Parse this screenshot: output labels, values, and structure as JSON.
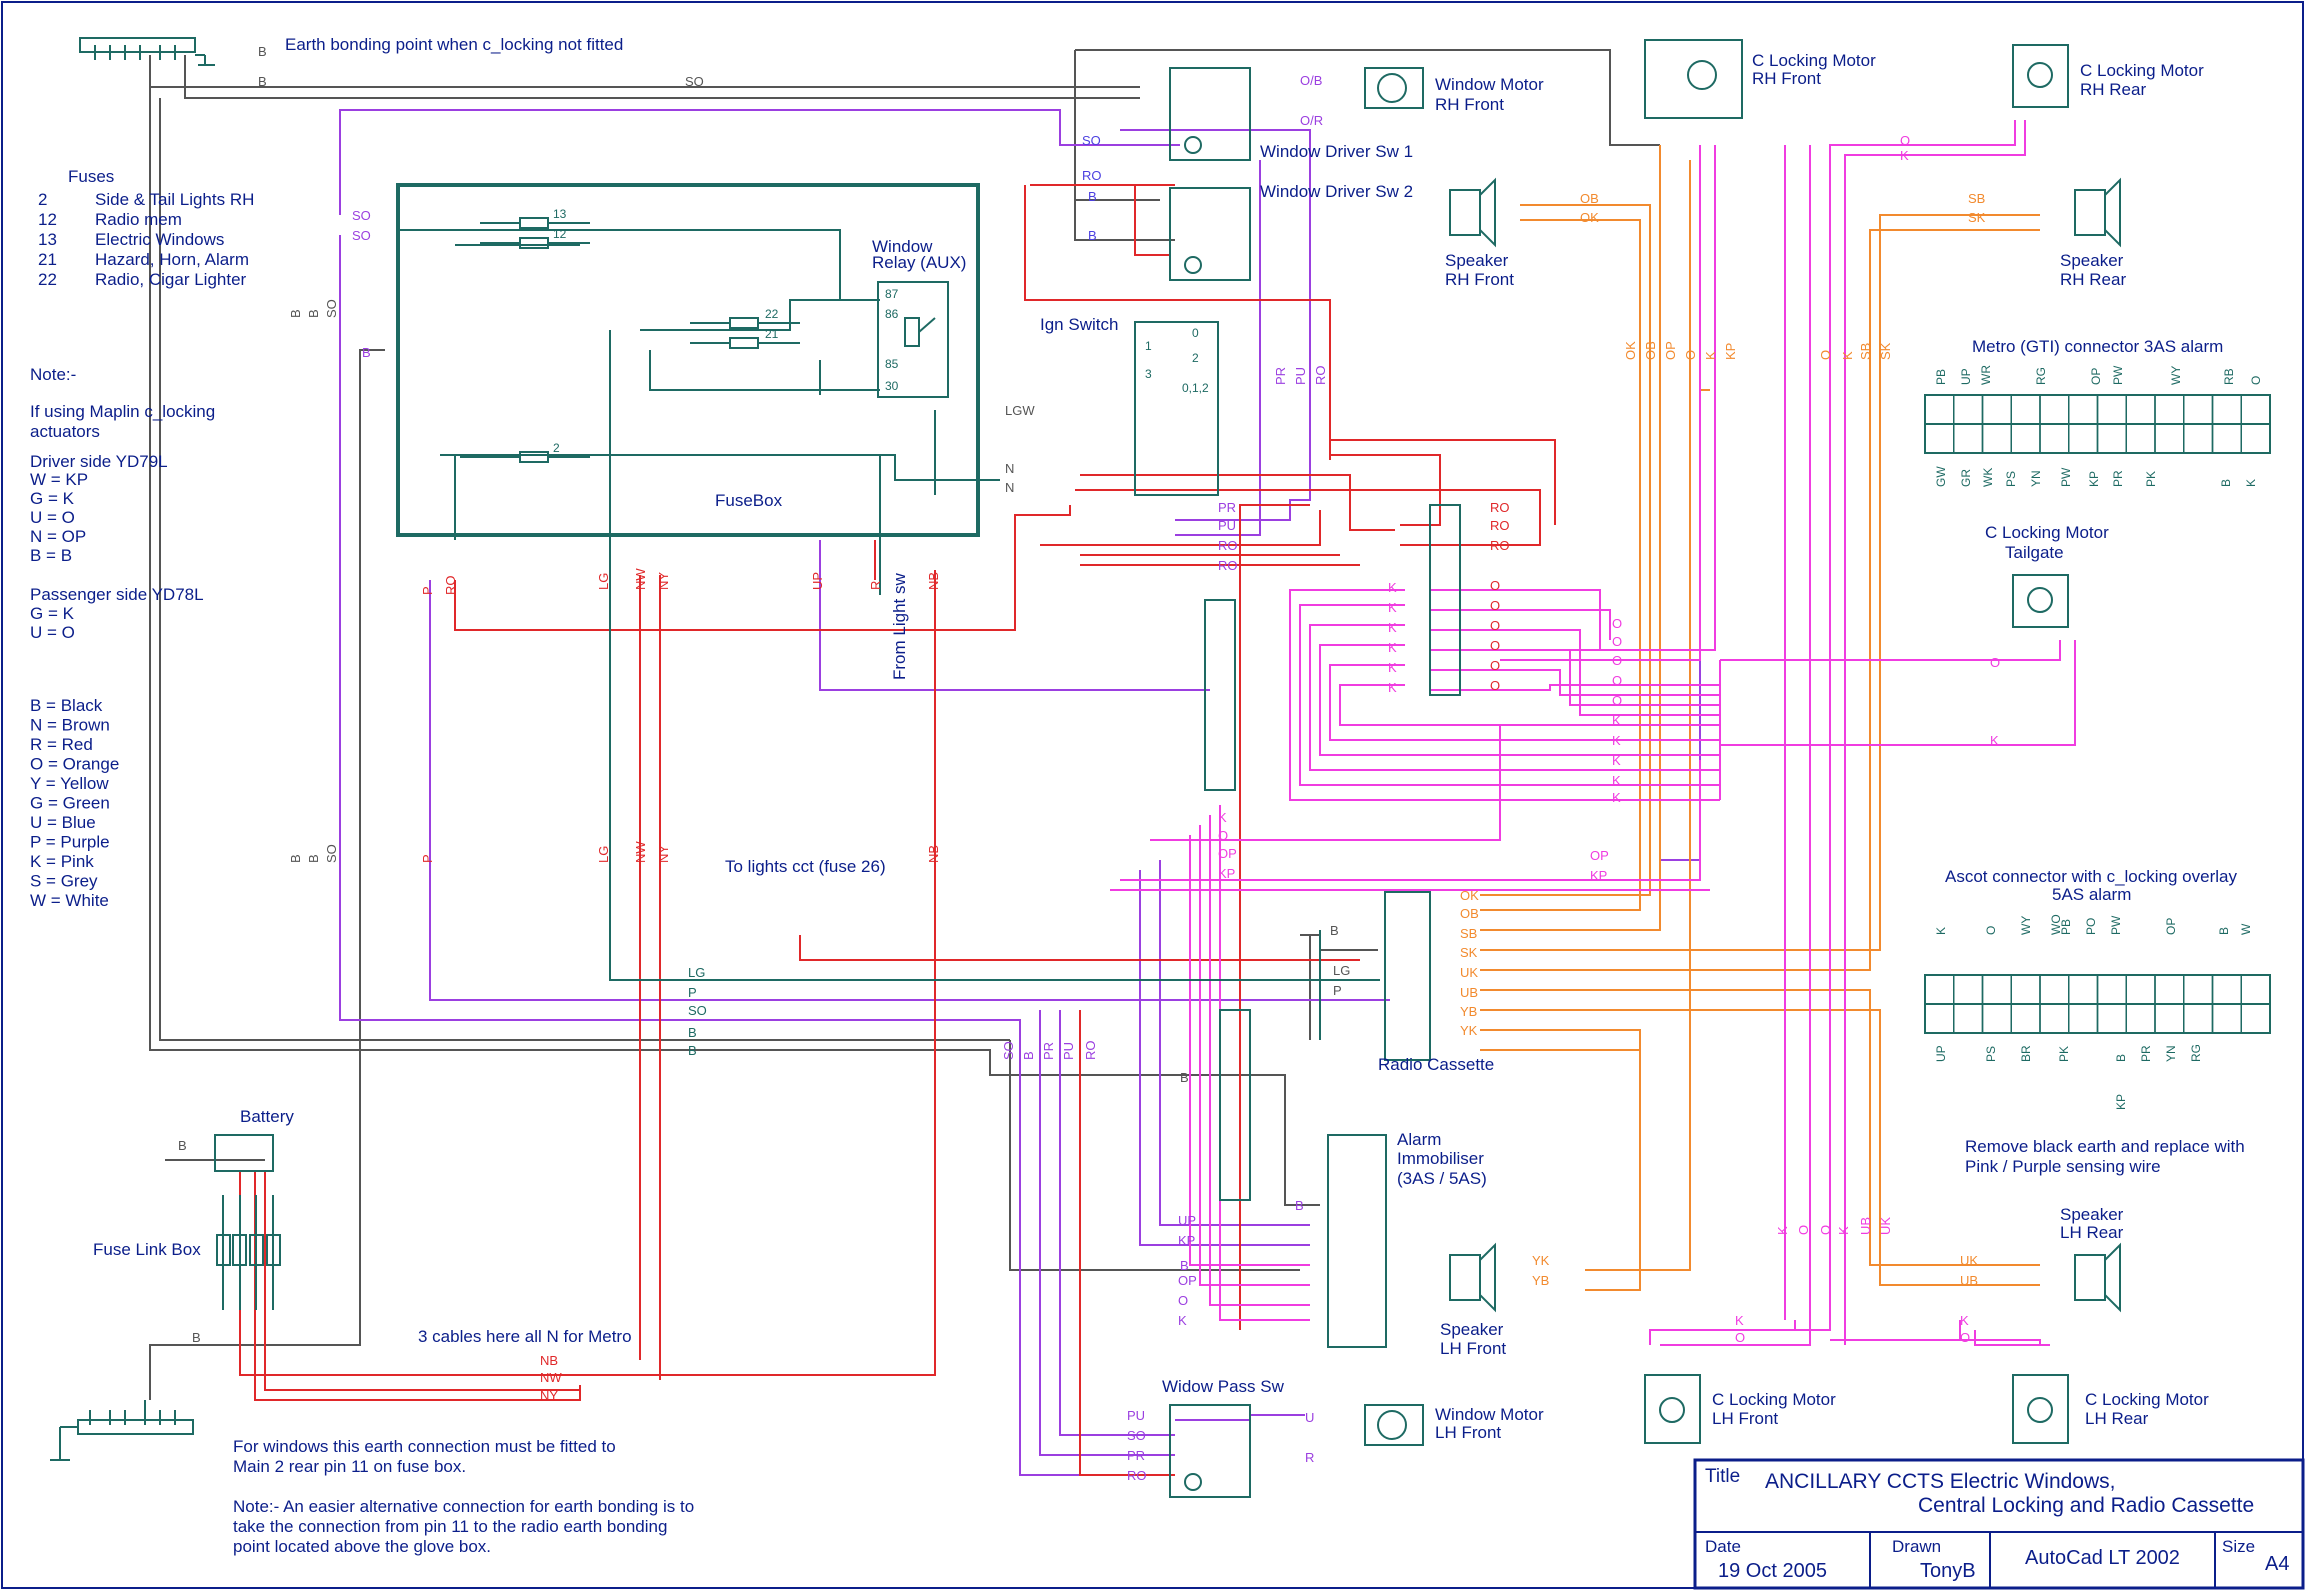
{
  "notes": {
    "earth_bonding": "Earth bonding point when c_locking not fitted",
    "fuses_title": "Fuses",
    "fuses": [
      {
        "num": "2",
        "desc": "Side & Tail Lights RH"
      },
      {
        "num": "12",
        "desc": "Radio mem"
      },
      {
        "num": "13",
        "desc": "Electric Windows"
      },
      {
        "num": "21",
        "desc": "Hazard,  Horn, Alarm"
      },
      {
        "num": "22",
        "desc": "Radio, Cigar Lighter"
      }
    ],
    "note_title": "Note:-",
    "maplin_lines": [
      "If using Maplin c_locking",
      "actuators"
    ],
    "driver_title": "Driver side YD79L",
    "driver_map": [
      "W = KP",
      "G = K",
      "U = O",
      "N = OP",
      "B = B"
    ],
    "passenger_title": "Passenger side YD78L",
    "passenger_map": [
      "G = K",
      "U = O"
    ],
    "colour_key": [
      "B = Black",
      "N = Brown",
      "R = Red",
      "O = Orange",
      "Y = Yellow",
      "G = Green",
      "U = Blue",
      "P = Purple",
      "K = Pink",
      "S = Grey",
      "W = White"
    ],
    "cables_note": "3 cables here all N for Metro",
    "earth_note": [
      "For windows this earth connection must be fitted to",
      "Main 2 rear pin 11 on fuse box."
    ],
    "alt_note": [
      "Note:- An easier alternative connection for earth bonding is to",
      "take the connection from pin 11 to the radio earth bonding",
      "point located above the glove box."
    ],
    "lights_note": "To lights cct (fuse 26)",
    "light_sw": "From Light sw",
    "ascot_remove": [
      "Remove black earth and replace with",
      "Pink / Purple sensing wire"
    ]
  },
  "components": {
    "fusebox": "FuseBox",
    "window_relay": [
      "Window",
      "Relay (AUX)"
    ],
    "relay_pins": [
      "87",
      "86",
      "85",
      "30"
    ],
    "fuse_nums": [
      "13",
      "12",
      "22",
      "21",
      "2"
    ],
    "ign_switch": "Ign Switch",
    "ign_positions": [
      "0",
      "1",
      "2",
      "3",
      "0,1,2"
    ],
    "battery": "Battery",
    "fuse_link_box": "Fuse Link Box",
    "window_motor_rh": [
      "Window Motor",
      "RH Front"
    ],
    "window_motor_lh": [
      "Window Motor",
      "LH Front"
    ],
    "driver_sw1": "Window Driver Sw 1",
    "driver_sw2": "Window Driver Sw 2",
    "pass_sw": "Widow Pass Sw",
    "cl_rh_front": [
      "C Locking Motor",
      "RH Front"
    ],
    "cl_rh_rear": [
      "C Locking Motor",
      "RH Rear"
    ],
    "cl_tailgate": [
      "C Locking Motor",
      "Tailgate"
    ],
    "cl_lh_front": [
      "C Locking Motor",
      "LH Front"
    ],
    "cl_lh_rear": [
      "C Locking Motor",
      "LH Rear"
    ],
    "spk_rh_front": [
      "Speaker",
      "RH Front"
    ],
    "spk_rh_rear": [
      "Speaker",
      "RH Rear"
    ],
    "spk_lh_front": [
      "Speaker",
      "LH Front"
    ],
    "spk_lh_rear": [
      "Speaker",
      "LH Rear"
    ],
    "radio": "Radio Cassette",
    "alarm": [
      "Alarm",
      "Immobiliser",
      "(3AS / 5AS)"
    ],
    "metro_conn": "Metro (GTI) connector 3AS alarm",
    "metro_top_pins": [
      "PB",
      "UP",
      "WR",
      "RG",
      "OP",
      "PW",
      "WY",
      "RB",
      "O"
    ],
    "metro_bot_pins": [
      "GW",
      "GR",
      "WK",
      "PS",
      "YN",
      "PW",
      "KP",
      "PR",
      "PK",
      "B",
      "K"
    ],
    "ascot_conn": [
      "Ascot connector with c_locking overlay",
      "5AS alarm"
    ],
    "ascot_top_pins": [
      "K",
      "O",
      "WY",
      "WO",
      "PB",
      "PO",
      "PW",
      "OP",
      "B",
      "W"
    ],
    "ascot_bot_pins": [
      "UP",
      "PS",
      "BR",
      "PK",
      "B",
      "PR",
      "YN",
      "RG"
    ],
    "ascot_kp": "KP"
  },
  "wire_labels": {
    "motor_rh": [
      "O/B",
      "O/R"
    ],
    "motor_lh": [
      "U",
      "R"
    ],
    "sw1_in": [
      "SO",
      "RO",
      "B",
      "B"
    ],
    "pass_sw_in": [
      "PU",
      "SO",
      "PR",
      "RO"
    ],
    "fusebox_left": [
      "SO",
      "SO",
      "B"
    ],
    "fusebox_right": [
      "LGW",
      "N",
      "N"
    ],
    "top_bus": [
      "B",
      "SO",
      "B"
    ],
    "left_vert": [
      "B",
      "B",
      "SO",
      "B",
      "B",
      "SO"
    ],
    "fusebox_bottom": [
      "P",
      "RO",
      "LG",
      "NW",
      "NY",
      "UP",
      "R",
      "NB"
    ],
    "lower_vert": [
      "P",
      "LG",
      "NW",
      "NY",
      "NB"
    ],
    "ign_out": [
      "PR",
      "PU",
      "RO"
    ],
    "ign_mid": [
      "PR",
      "PU",
      "RO",
      "RO"
    ],
    "conn_right": [
      "RO",
      "RO",
      "RO",
      "O",
      "O",
      "O",
      "O",
      "O",
      "O"
    ],
    "conn_left": [
      "K",
      "K",
      "K",
      "K",
      "K",
      "K"
    ],
    "tap_col": [
      "O",
      "O",
      "O",
      "O",
      "O",
      "K",
      "K",
      "K",
      "K",
      "K"
    ],
    "cl_rh_vert": [
      "OK",
      "OB",
      "OP",
      "O",
      "K",
      "KP"
    ],
    "cl_rr_vert": [
      "O",
      "K",
      "SB",
      "SK"
    ],
    "cl_rr_horiz": [
      "O",
      "K"
    ],
    "spk_rh_front": [
      "OB",
      "OK"
    ],
    "spk_rh_rear": [
      "SB",
      "SK"
    ],
    "tailgate": [
      "O",
      "K"
    ],
    "mid_run": [
      "K",
      "O",
      "OP",
      "KP",
      "OP",
      "KP"
    ],
    "radio_right": [
      "OK",
      "OB",
      "SB",
      "SK",
      "UK",
      "UB",
      "YB",
      "YK"
    ],
    "radio_left": [
      "B",
      "LG",
      "P"
    ],
    "bus_lower": [
      "LG",
      "P",
      "SO",
      "B",
      "B"
    ],
    "bus_vert": [
      "SO",
      "B",
      "PR",
      "PU",
      "RO"
    ],
    "alarm_in": [
      "B",
      "UP",
      "KP",
      "B",
      "OP",
      "O",
      "K"
    ],
    "spk_lh_front": [
      "YK",
      "YB"
    ],
    "spk_lh_rear": [
      "UK",
      "UB"
    ],
    "lower_right_vert": [
      "K",
      "O",
      "O",
      "K",
      "UB",
      "UK"
    ],
    "cl_lh_front": [
      "K",
      "O"
    ],
    "cl_lh_rear": [
      "K",
      "O"
    ],
    "battery_b": "B",
    "earth_b": "B",
    "bottom_run": [
      "NB",
      "NW",
      "NY"
    ],
    "relay_b": "B"
  },
  "title_block": {
    "title_label": "Title",
    "title_lines": [
      "ANCILLARY CCTS Electric Windows,",
      "Central Locking and Radio Cassette"
    ],
    "date_label": "Date",
    "date": "19 Oct 2005",
    "drawn_label": "Drawn",
    "drawn_by": "TonyB",
    "software": "AutoCad LT 2002",
    "size_label": "Size",
    "size": "A4"
  },
  "colors": {
    "outline": "#1e6a63",
    "text": "#0b1e8a",
    "black": "#000000",
    "grey": "#555555",
    "purple": "#9b3fe0",
    "red": "#e0282a",
    "orange": "#f28a2e",
    "pink": "#f03ce0",
    "green": "#1e6a63",
    "blue": "#4b3fe0"
  }
}
